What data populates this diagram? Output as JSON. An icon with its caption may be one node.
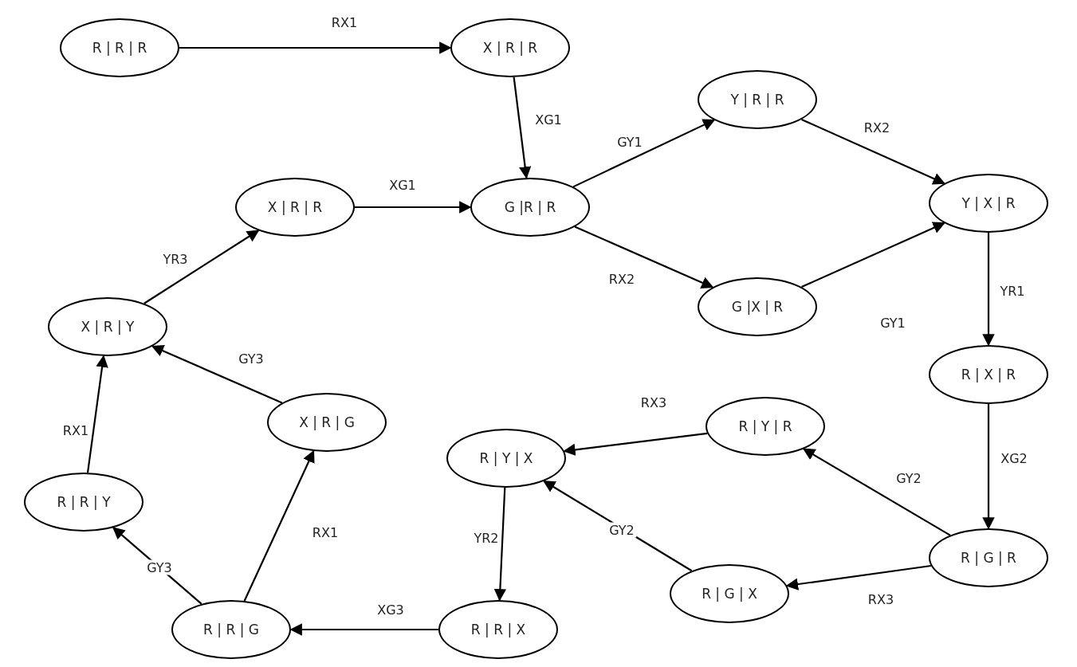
{
  "diagram": {
    "nodes": [
      {
        "text": [
          "R | R | R"
        ]
      },
      {
        "text": [
          "X | R | R"
        ]
      },
      {
        "text": [
          "G |R | R"
        ]
      },
      {
        "text": [
          "Y | R | R"
        ]
      },
      {
        "text": [
          "Y | X | R"
        ]
      },
      {
        "text": [
          "G |X | R"
        ]
      },
      {
        "text": [
          "X | R | R"
        ]
      },
      {
        "text": [
          "X | R | Y"
        ]
      },
      {
        "text": [
          "R | X | R"
        ]
      },
      {
        "text": [
          "X | R | G"
        ]
      },
      {
        "text": [
          "R | Y | R"
        ]
      },
      {
        "text": [
          "R | Y | X"
        ]
      },
      {
        "text": [
          "R | R | Y"
        ]
      },
      {
        "text": [
          "R | G | R"
        ]
      },
      {
        "text": [
          "R | G | X"
        ]
      },
      {
        "text": [
          "R | R | G"
        ]
      },
      {
        "text": [
          "R | R | X"
        ]
      }
    ],
    "edges": [
      {
        "from": 0,
        "to": 1,
        "arrow": "to",
        "label": "RX1"
      },
      {
        "from": 1,
        "to": 2,
        "arrow": "to",
        "label": "XG1"
      },
      {
        "from": 6,
        "to": 2,
        "arrow": "to",
        "label": "XG1"
      },
      {
        "from": 2,
        "to": 3,
        "arrow": "to",
        "label": "GY1"
      },
      {
        "from": 2,
        "to": 5,
        "arrow": "to",
        "label": "RX2"
      },
      {
        "from": 3,
        "to": 4,
        "arrow": "to",
        "label": "RX2"
      },
      {
        "from": 5,
        "to": 4,
        "arrow": "to",
        "label": "GY1"
      },
      {
        "from": 4,
        "to": 8,
        "arrow": "to",
        "label": "YR1"
      },
      {
        "from": 8,
        "to": 13,
        "arrow": "to",
        "label": "XG2"
      },
      {
        "from": 13,
        "to": 10,
        "arrow": "to",
        "label": "GY2"
      },
      {
        "from": 13,
        "to": 14,
        "arrow": "to",
        "label": "RX3"
      },
      {
        "from": 10,
        "to": 11,
        "arrow": "to",
        "label": "RX3"
      },
      {
        "from": 14,
        "to": 11,
        "arrow": "to",
        "label": "GY2"
      },
      {
        "from": 11,
        "to": 16,
        "arrow": "to",
        "label": "YR2"
      },
      {
        "from": 16,
        "to": 15,
        "arrow": "to",
        "label": "XG3"
      },
      {
        "from": 15,
        "to": 12,
        "arrow": "to",
        "label": "GY3"
      },
      {
        "from": 15,
        "to": 9,
        "arrow": "to",
        "label": "RX1"
      },
      {
        "from": 12,
        "to": 7,
        "arrow": "to",
        "label": "RX1"
      },
      {
        "from": 9,
        "to": 7,
        "arrow": "to",
        "label": "GY3"
      },
      {
        "from": 7,
        "to": 6,
        "arrow": "to",
        "label": "YR3"
      }
    ]
  }
}
